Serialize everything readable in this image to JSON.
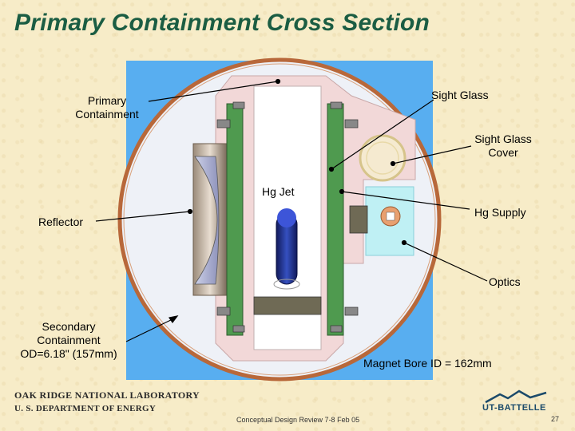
{
  "title": "Primary Containment Cross Section",
  "labels": {
    "primary_containment": "Primary\nContainment",
    "sight_glass": "Sight Glass",
    "sight_glass_cover": "Sight Glass\nCover",
    "hg_jet": "Hg Jet",
    "reflector": "Reflector",
    "hg_supply": "Hg Supply",
    "optics": "Optics",
    "secondary_containment": "Secondary\nContainment\nOD=6.18\" (157mm)",
    "magnet_bore": "Magnet Bore ID = 162mm"
  },
  "footer": {
    "lab_name": "OAK RIDGE NATIONAL LABORATORY",
    "department": "U. S. DEPARTMENT OF ENERGY",
    "review": "Conceptual Design Review 7-8 Feb 05",
    "page_number": "27",
    "logo_text": "UT-BATTELLE"
  },
  "colors": {
    "title": "#1b5d43",
    "background": "#f7ecc8",
    "panel_blue": "#58aef0",
    "containment_pink": "#f0d4d4",
    "outer_ring": "#b8683a",
    "flange_green": "#4f9a4f",
    "jet_blue": "#1c2f8a",
    "supply_cyan": "#bff0f4"
  }
}
